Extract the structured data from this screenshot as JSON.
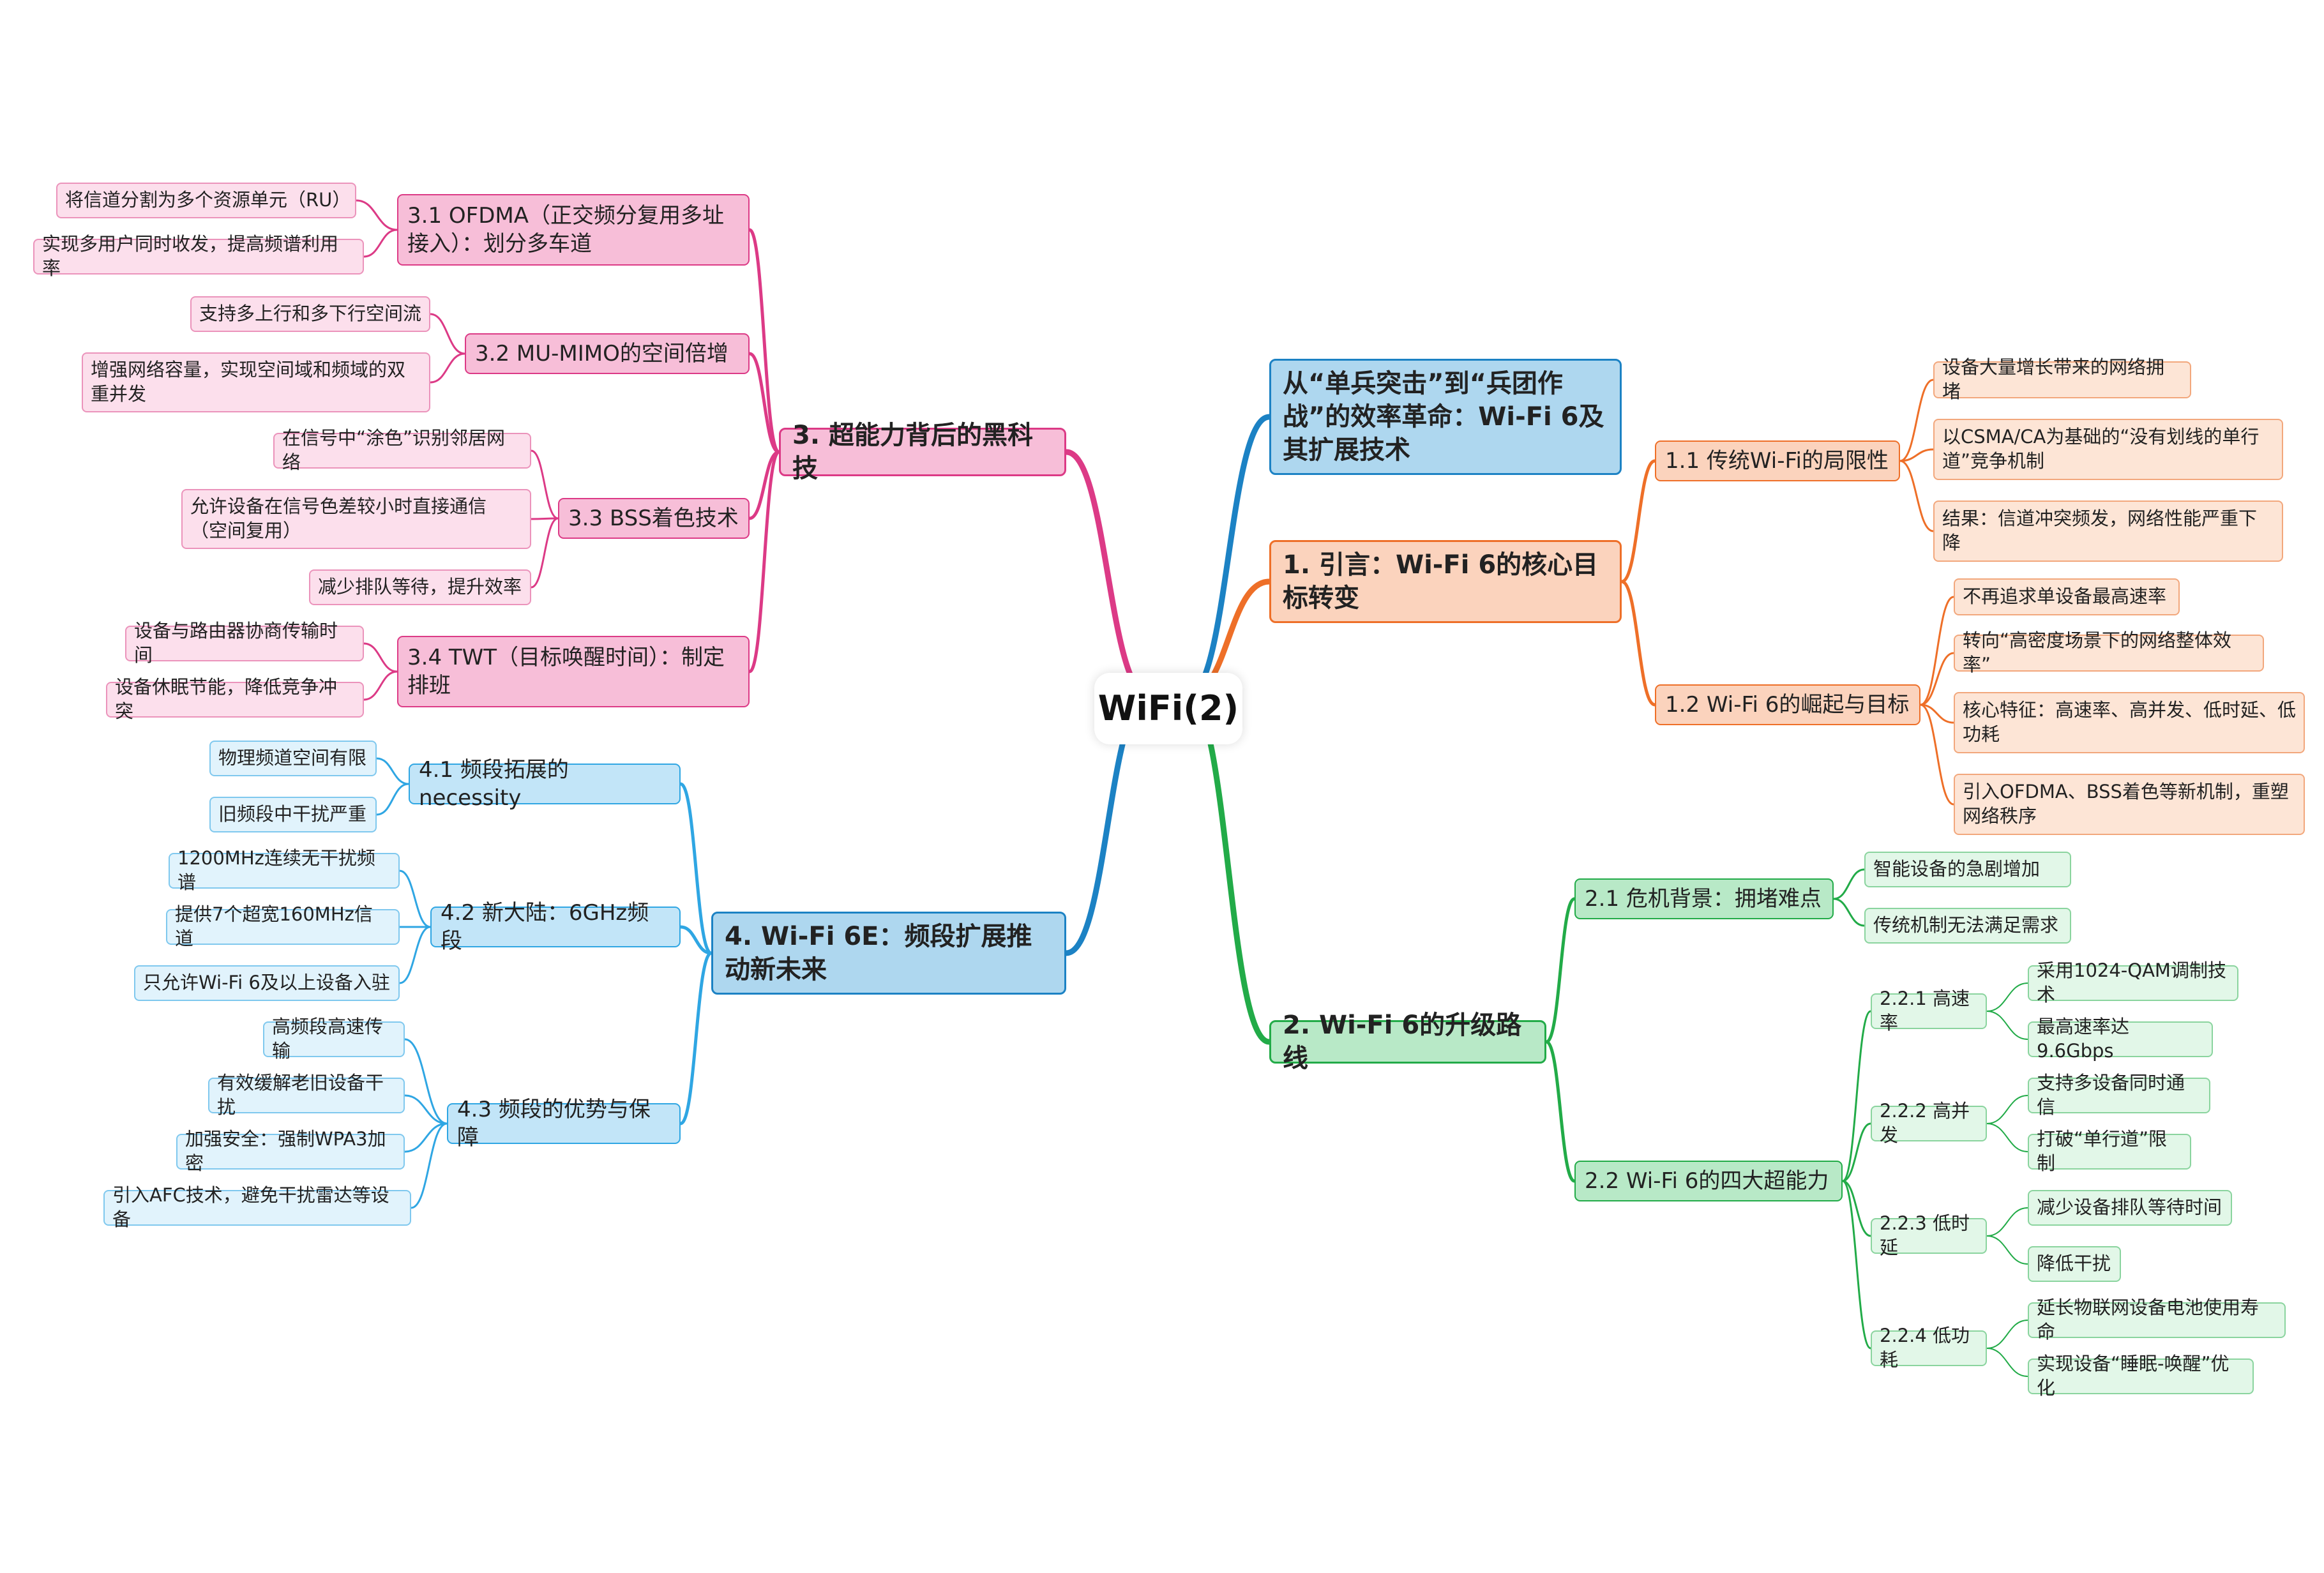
{
  "mindmap": {
    "root": "WiFi(2)",
    "colors": {
      "blue_line": "#1c82c4",
      "blue_main_fill": "#aed7ef",
      "orange_line": "#ee6f28",
      "orange_fill": "#fbd3bd",
      "orange_leaf_fill": "#fde5d6",
      "green_line": "#22ab48",
      "green_fill": "#b8e9c7",
      "green_leaf_fill": "#e2f7e8",
      "pink_line": "#dc3a86",
      "pink_fill": "#f7bed8",
      "pink_leaf_fill": "#fcdfec",
      "sky_line": "#2fa6e3",
      "sky_sub_fill": "#c2e5f8",
      "sky_leaf_fill": "#e1f3fc"
    },
    "branches": {
      "summary": {
        "label": "从“单兵突击”到“兵团作战”的效率革命：Wi-Fi 6及其扩展技术"
      },
      "intro": {
        "label": "1. 引言：Wi-Fi 6的核心目标转变",
        "children": [
          {
            "label": "1.1 传统Wi-Fi的局限性",
            "children": [
              "设备大量增长带来的网络拥堵",
              "以CSMA/CA为基础的“没有划线的单行道”竞争机制",
              "结果：信道冲突频发，网络性能严重下降"
            ]
          },
          {
            "label": "1.2 Wi-Fi 6的崛起与目标",
            "children": [
              "不再追求单设备最高速率",
              "转向“高密度场景下的网络整体效率”",
              "核心特征：高速率、高并发、低时延、低功耗",
              "引入OFDMA、BSS着色等新机制，重塑网络秩序"
            ]
          }
        ]
      },
      "upgrade": {
        "label": "2. Wi-Fi 6的升级路线",
        "children": [
          {
            "label": "2.1 危机背景：拥堵难点",
            "children": [
              "智能设备的急剧增加",
              "传统机制无法满足需求"
            ]
          },
          {
            "label": "2.2 Wi-Fi 6的四大超能力",
            "children": [
              {
                "label": "2.2.1 高速率",
                "children": [
                  "采用1024-QAM调制技术",
                  "最高速率达9.6Gbps"
                ]
              },
              {
                "label": "2.2.2 高并发",
                "children": [
                  "支持多设备同时通信",
                  "打破“单行道”限制"
                ]
              },
              {
                "label": "2.2.3 低时延",
                "children": [
                  "减少设备排队等待时间",
                  "降低干扰"
                ]
              },
              {
                "label": "2.2.4 低功耗",
                "children": [
                  "延长物联网设备电池使用寿命",
                  "实现设备“睡眠-唤醒”优化"
                ]
              }
            ]
          }
        ]
      },
      "tech": {
        "label": "3. 超能力背后的黑科技",
        "children": [
          {
            "label": "3.1 OFDMA（正交频分复用多址接入）：划分多车道",
            "children": [
              "将信道分割为多个资源单元（RU）",
              "实现多用户同时收发，提高频谱利用率"
            ]
          },
          {
            "label": "3.2 MU-MIMO的空间倍增",
            "children": [
              "支持多上行和多下行空间流",
              "增强网络容量，实现空间域和频域的双重并发"
            ]
          },
          {
            "label": "3.3 BSS着色技术",
            "children": [
              "在信号中“涂色”识别邻居网络",
              "允许设备在信号色差较小时直接通信（空间复用）",
              "减少排队等待，提升效率"
            ]
          },
          {
            "label": "3.4 TWT（目标唤醒时间）：制定排班",
            "children": [
              "设备与路由器协商传输时间",
              "设备休眠节能，降低竞争冲突"
            ]
          }
        ]
      },
      "wifi6e": {
        "label": "4. Wi-Fi 6E：频段扩展推动新未来",
        "children": [
          {
            "label": "4.1 频段拓展的 necessity",
            "children": [
              "物理频道空间有限",
              "旧频段中干扰严重"
            ]
          },
          {
            "label": "4.2 新大陆：6GHz频段",
            "children": [
              "1200MHz连续无干扰频谱",
              "提供7个超宽160MHz信道",
              "只允许Wi-Fi 6及以上设备入驻"
            ]
          },
          {
            "label": "4.3 频段的优势与保障",
            "children": [
              "高频段高速传输",
              "有效缓解老旧设备干扰",
              "加强安全：强制WPA3加密",
              "引入AFC技术，避免干扰雷达等设备"
            ]
          }
        ]
      }
    }
  }
}
